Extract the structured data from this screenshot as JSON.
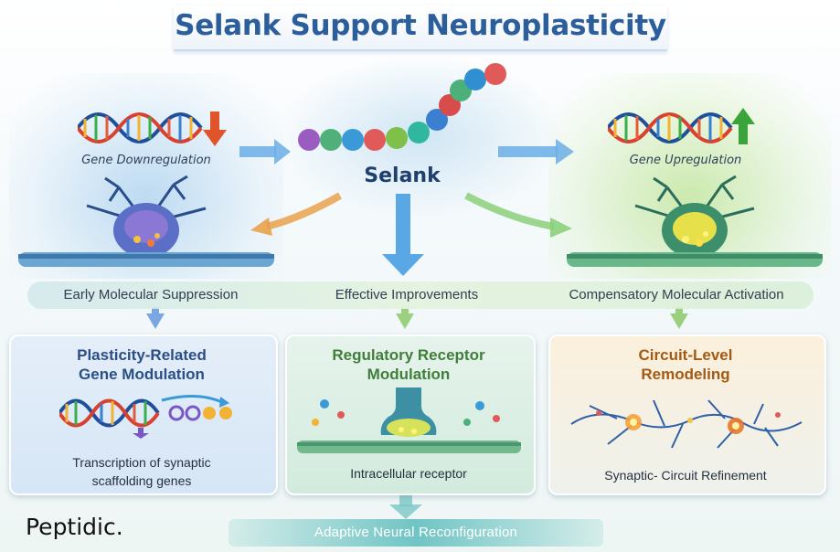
{
  "title": "Selank Support Neuroplasticity",
  "center": {
    "label": "Selank"
  },
  "left_panel": {
    "label": "Gene Downregulation"
  },
  "right_panel": {
    "label": "Gene Upregulation"
  },
  "band": {
    "left": "Early Molecular Suppression",
    "center": "Effective Improvements",
    "right": "Compensatory Molecular Activation"
  },
  "cards": [
    {
      "title_line1": "Plasticity-Related",
      "title_line2": "Gene Modulation",
      "text_line1": "Transcription of synaptic",
      "text_line2": "scaffolding genes",
      "title_color": "#2a4f86"
    },
    {
      "title_line1": "Regulatory Receptor",
      "title_line2": "Modulation",
      "text_line1": "Intracellular receptor",
      "title_color": "#3f7f3a"
    },
    {
      "title_line1": "Circuit-Level",
      "title_line2": "Remodeling",
      "text_line1": "Synaptic- Circuit Refinement",
      "title_color": "#a55a12"
    }
  ],
  "footer": {
    "text": "Adaptive Neural Reconfiguration"
  },
  "brand": {
    "text": "Peptidic."
  },
  "colors": {
    "title": "#2c5e9c",
    "arrow_blue": "#6aaee6",
    "arrow_green": "#8cd07a",
    "arrow_orange": "#e9a24c"
  },
  "icons": [
    "dna-helix-icon",
    "down-arrow-icon",
    "up-arrow-icon",
    "peptide-chain-icon",
    "neuron-synapse-icon",
    "neuron-network-icon"
  ]
}
